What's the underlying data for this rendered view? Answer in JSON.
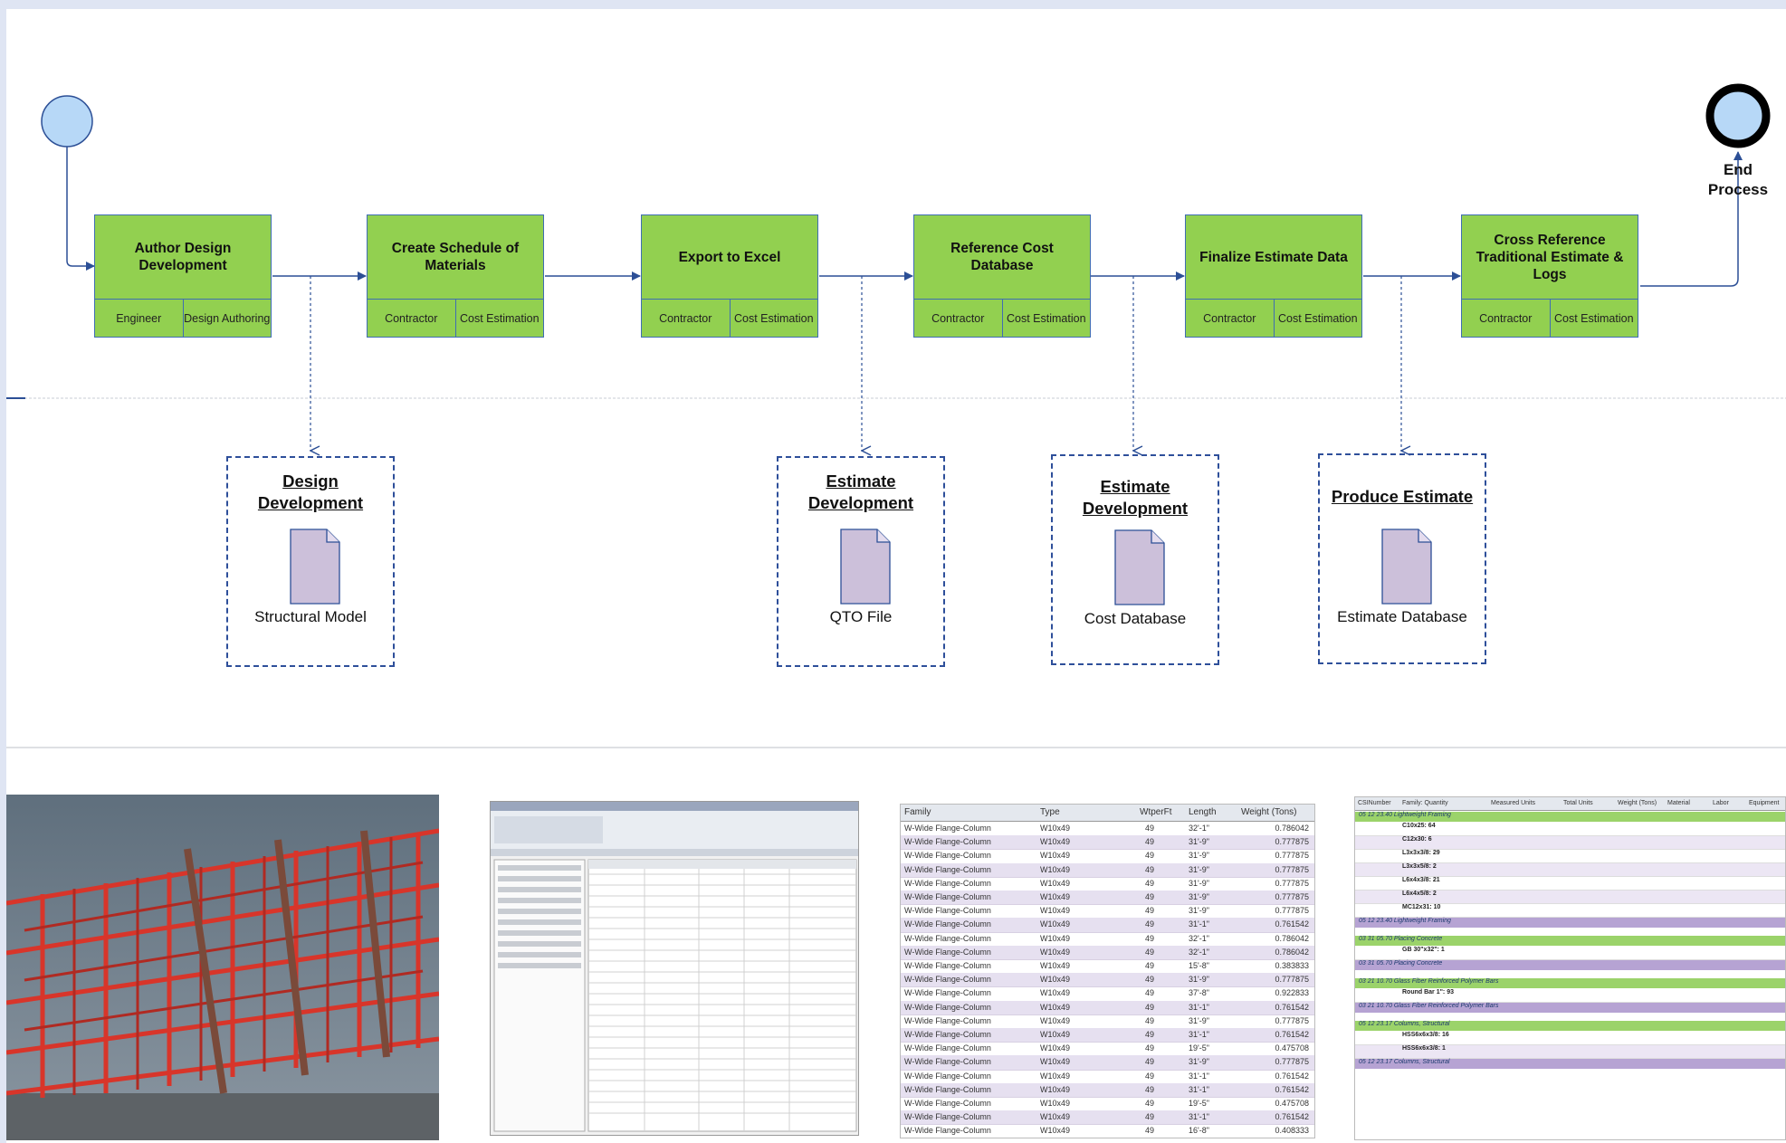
{
  "process_steps": [
    {
      "title": "Author Design Development",
      "role": "Engineer",
      "function": "Design Authoring"
    },
    {
      "title": "Create Schedule of Materials",
      "role": "Contractor",
      "function": "Cost Estimation"
    },
    {
      "title": "Export to Excel",
      "role": "Contractor",
      "function": "Cost Estimation"
    },
    {
      "title": "Reference Cost Database",
      "role": "Contractor",
      "function": "Cost Estimation"
    },
    {
      "title": "Finalize Estimate Data",
      "role": "Contractor",
      "function": "Cost Estimation"
    },
    {
      "title": "Cross Reference Traditional Estimate & Logs",
      "role": "Contractor",
      "function": "Cost Estimation"
    }
  ],
  "end_event": {
    "label": "End Process"
  },
  "data_objects": [
    {
      "title": "Design Development",
      "document": "Structural Model"
    },
    {
      "title": "Estimate Development",
      "document": "QTO File"
    },
    {
      "title": "Estimate Development",
      "document": "Cost Database"
    },
    {
      "title": "Produce Estimate",
      "document": "Estimate Database"
    }
  ],
  "colors": {
    "task_fill": "#92d050",
    "task_border": "#3f6db3",
    "document_fill": "#ccc0da",
    "start_fill": "#b7d8f7",
    "background": "#dfe5f3"
  },
  "qto_table": {
    "headers": [
      "Family",
      "Type",
      "WtperFt",
      "Length",
      "Weight (Tons)"
    ],
    "rows": [
      [
        "W-Wide Flange-Column",
        "W10x49",
        "49",
        "32'-1\"",
        "0.786042"
      ],
      [
        "W-Wide Flange-Column",
        "W10x49",
        "49",
        "31'-9\"",
        "0.777875"
      ],
      [
        "W-Wide Flange-Column",
        "W10x49",
        "49",
        "31'-9\"",
        "0.777875"
      ],
      [
        "W-Wide Flange-Column",
        "W10x49",
        "49",
        "31'-9\"",
        "0.777875"
      ],
      [
        "W-Wide Flange-Column",
        "W10x49",
        "49",
        "31'-9\"",
        "0.777875"
      ],
      [
        "W-Wide Flange-Column",
        "W10x49",
        "49",
        "31'-9\"",
        "0.777875"
      ],
      [
        "W-Wide Flange-Column",
        "W10x49",
        "49",
        "31'-9\"",
        "0.777875"
      ],
      [
        "W-Wide Flange-Column",
        "W10x49",
        "49",
        "31'-1\"",
        "0.761542"
      ],
      [
        "W-Wide Flange-Column",
        "W10x49",
        "49",
        "32'-1\"",
        "0.786042"
      ],
      [
        "W-Wide Flange-Column",
        "W10x49",
        "49",
        "32'-1\"",
        "0.786042"
      ],
      [
        "W-Wide Flange-Column",
        "W10x49",
        "49",
        "15'-8\"",
        "0.383833"
      ],
      [
        "W-Wide Flange-Column",
        "W10x49",
        "49",
        "31'-9\"",
        "0.777875"
      ],
      [
        "W-Wide Flange-Column",
        "W10x49",
        "49",
        "37'-8\"",
        "0.922833"
      ],
      [
        "W-Wide Flange-Column",
        "W10x49",
        "49",
        "31'-1\"",
        "0.761542"
      ],
      [
        "W-Wide Flange-Column",
        "W10x49",
        "49",
        "31'-9\"",
        "0.777875"
      ],
      [
        "W-Wide Flange-Column",
        "W10x49",
        "49",
        "31'-1\"",
        "0.761542"
      ],
      [
        "W-Wide Flange-Column",
        "W10x49",
        "49",
        "19'-5\"",
        "0.475708"
      ],
      [
        "W-Wide Flange-Column",
        "W10x49",
        "49",
        "31'-9\"",
        "0.777875"
      ],
      [
        "W-Wide Flange-Column",
        "W10x49",
        "49",
        "31'-1\"",
        "0.761542"
      ],
      [
        "W-Wide Flange-Column",
        "W10x49",
        "49",
        "31'-1\"",
        "0.761542"
      ],
      [
        "W-Wide Flange-Column",
        "W10x49",
        "49",
        "19'-5\"",
        "0.475708"
      ],
      [
        "W-Wide Flange-Column",
        "W10x49",
        "49",
        "31'-1\"",
        "0.761542"
      ],
      [
        "W-Wide Flange-Column",
        "W10x49",
        "49",
        "16'-8\"",
        "0.408333"
      ]
    ]
  },
  "estimate_sheet": {
    "headers": [
      "CSINumber",
      "Family: Quantity",
      "Measured Units",
      "Total Units",
      "Weight (Tons)",
      "Material",
      "Labor",
      "Equipment"
    ],
    "sections": [
      {
        "title": "05 12 23.40  Lightweight Framing",
        "rows": [
          "C10x25: 64",
          "C12x30: 6",
          "L3x3x3/8: 29",
          "L3x3x5/8: 2",
          "L6x4x3/8: 21",
          "L6x4x5/8: 2",
          "MC12x31: 10"
        ]
      },
      {
        "title": "03 31 05.70  Placing Concrete",
        "rows": [
          "GB 30\"x32\": 1"
        ]
      },
      {
        "title": "03 21 10.70  Glass Fiber Reinforced Polymer Bars",
        "rows": [
          "Round Bar 1\": 93"
        ]
      },
      {
        "title": "05 12 23.17  Columns, Structural",
        "rows": [
          "HSS6x6x3/8: 16",
          "HSS6x6x3/8: 1"
        ]
      }
    ]
  }
}
